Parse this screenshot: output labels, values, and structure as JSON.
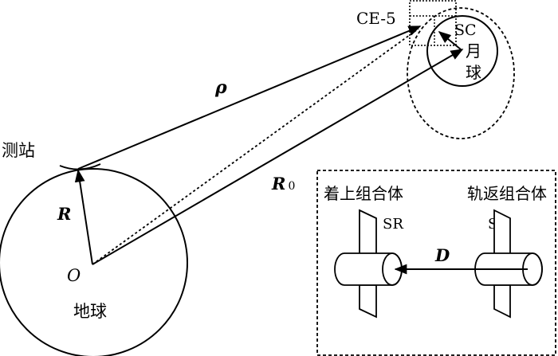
{
  "labels": {
    "station": "测站",
    "earth": "地球",
    "origin": "O",
    "r": "R",
    "rho": "ρ",
    "r0": "R",
    "r0_sub": "0",
    "ce5": "CE-5",
    "sc_top": "SC",
    "moon_1": "月",
    "moon_2": "球",
    "lander": "着上组合体",
    "orbiter": "轨返组合体",
    "sr": "SR",
    "sc_inset": "SC",
    "d": "D"
  }
}
